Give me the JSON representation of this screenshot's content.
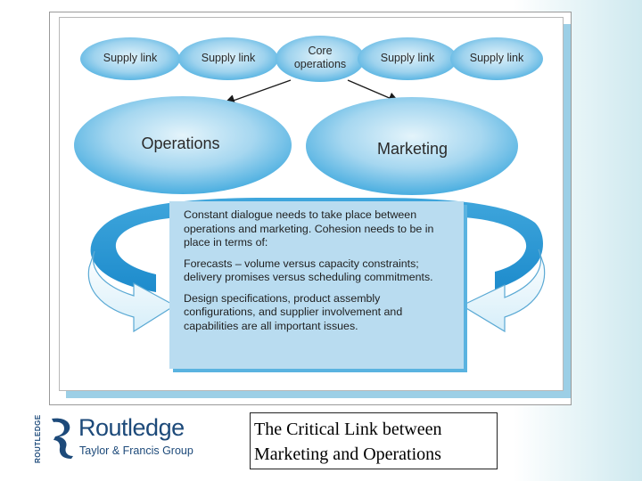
{
  "diagram": {
    "supply_links": [
      "Supply link",
      "Supply link",
      "Supply link",
      "Supply link"
    ],
    "core_label": "Core operations",
    "core_line1": "Core",
    "core_line2": "operations",
    "operations": "Operations",
    "marketing": "Marketing",
    "box_paragraphs": [
      "Constant dialogue needs to take place between operations and marketing. Cohesion needs to be in place in terms of:",
      "Forecasts – volume versus capacity constraints; delivery promises versus scheduling commitments.",
      "Design specifications, product assembly configurations, and supplier involvement and capabilities are all important issues."
    ]
  },
  "logo": {
    "name": "Routledge",
    "subtitle": "Taylor & Francis Group",
    "vertical": "ROUTLEDGE"
  },
  "caption": {
    "line1": "The Critical Link between",
    "line2": "Marketing and Operations"
  },
  "colors": {
    "ellipse_fill": "#5fb8e6",
    "ellipse_light": "#dff1fa",
    "box_fill": "#b9dcf0",
    "brand_blue": "#1d4a7a"
  }
}
